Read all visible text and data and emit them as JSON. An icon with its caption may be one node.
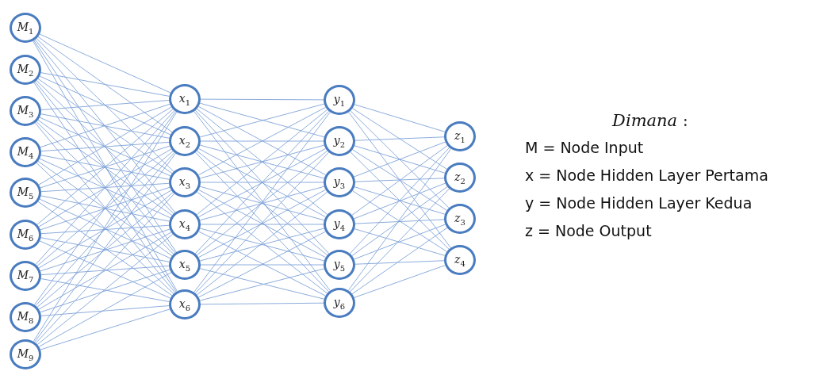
{
  "diagram": {
    "nodes": [
      {
        "text": [
          "*M*$_{1}$"
        ]
      },
      {
        "text": [
          "*M*$_{2}$"
        ]
      },
      {
        "text": [
          "*M*$_{3}$"
        ]
      },
      {
        "text": [
          "*M*$_{4}$"
        ]
      },
      {
        "text": [
          "*M*$_{5}$"
        ]
      },
      {
        "text": [
          "*M*$_{6}$"
        ]
      },
      {
        "text": [
          "*M*$_{7}$"
        ]
      },
      {
        "text": [
          "*M*$_{8}$"
        ]
      },
      {
        "text": [
          "*M*$_{9}$"
        ]
      },
      {
        "text": [
          "*x*$_{1}$"
        ]
      },
      {
        "text": [
          "*x*$_{2}$"
        ]
      },
      {
        "text": [
          "*x*$_{3}$"
        ]
      },
      {
        "text": [
          "*x*$_{4}$"
        ]
      },
      {
        "text": [
          "*x*$_{5}$"
        ]
      },
      {
        "text": [
          "*x*$_{6}$"
        ]
      },
      {
        "text": [
          "*y*$_{1}$"
        ]
      },
      {
        "text": [
          "*y*$_{2}$"
        ]
      },
      {
        "text": [
          "*y*$_{3}$"
        ]
      },
      {
        "text": [
          "*y*$_{4}$"
        ]
      },
      {
        "text": [
          "*y*$_{5}$"
        ]
      },
      {
        "text": [
          "*y*$_{6}$"
        ]
      },
      {
        "text": [
          "*z*$_{1}$"
        ]
      },
      {
        "text": [
          "*z*$_{2}$"
        ]
      },
      {
        "text": [
          "*z*$_{3}$"
        ]
      },
      {
        "text": [
          "*z*$_{4}$"
        ]
      }
    ],
    "edges": [
      {
        "from": 0,
        "to": 9,
        "arrow": "none"
      },
      {
        "from": 0,
        "to": 10,
        "arrow": "none"
      },
      {
        "from": 0,
        "to": 11,
        "arrow": "none"
      },
      {
        "from": 0,
        "to": 12,
        "arrow": "none"
      },
      {
        "from": 0,
        "to": 13,
        "arrow": "none"
      },
      {
        "from": 0,
        "to": 14,
        "arrow": "none"
      },
      {
        "from": 1,
        "to": 9,
        "arrow": "none"
      },
      {
        "from": 1,
        "to": 10,
        "arrow": "none"
      },
      {
        "from": 1,
        "to": 11,
        "arrow": "none"
      },
      {
        "from": 1,
        "to": 12,
        "arrow": "none"
      },
      {
        "from": 1,
        "to": 13,
        "arrow": "none"
      },
      {
        "from": 1,
        "to": 14,
        "arrow": "none"
      },
      {
        "from": 2,
        "to": 9,
        "arrow": "none"
      },
      {
        "from": 2,
        "to": 10,
        "arrow": "none"
      },
      {
        "from": 2,
        "to": 11,
        "arrow": "none"
      },
      {
        "from": 2,
        "to": 12,
        "arrow": "none"
      },
      {
        "from": 2,
        "to": 13,
        "arrow": "none"
      },
      {
        "from": 2,
        "to": 14,
        "arrow": "none"
      },
      {
        "from": 3,
        "to": 9,
        "arrow": "none"
      },
      {
        "from": 3,
        "to": 10,
        "arrow": "none"
      },
      {
        "from": 3,
        "to": 11,
        "arrow": "none"
      },
      {
        "from": 3,
        "to": 12,
        "arrow": "none"
      },
      {
        "from": 3,
        "to": 13,
        "arrow": "none"
      },
      {
        "from": 3,
        "to": 14,
        "arrow": "none"
      },
      {
        "from": 4,
        "to": 9,
        "arrow": "none"
      },
      {
        "from": 4,
        "to": 10,
        "arrow": "none"
      },
      {
        "from": 4,
        "to": 11,
        "arrow": "none"
      },
      {
        "from": 4,
        "to": 12,
        "arrow": "none"
      },
      {
        "from": 4,
        "to": 13,
        "arrow": "none"
      },
      {
        "from": 4,
        "to": 14,
        "arrow": "none"
      },
      {
        "from": 5,
        "to": 9,
        "arrow": "none"
      },
      {
        "from": 5,
        "to": 10,
        "arrow": "none"
      },
      {
        "from": 5,
        "to": 11,
        "arrow": "none"
      },
      {
        "from": 5,
        "to": 12,
        "arrow": "none"
      },
      {
        "from": 5,
        "to": 13,
        "arrow": "none"
      },
      {
        "from": 5,
        "to": 14,
        "arrow": "none"
      },
      {
        "from": 6,
        "to": 9,
        "arrow": "none"
      },
      {
        "from": 6,
        "to": 10,
        "arrow": "none"
      },
      {
        "from": 6,
        "to": 11,
        "arrow": "none"
      },
      {
        "from": 6,
        "to": 12,
        "arrow": "none"
      },
      {
        "from": 6,
        "to": 13,
        "arrow": "none"
      },
      {
        "from": 6,
        "to": 14,
        "arrow": "none"
      },
      {
        "from": 7,
        "to": 9,
        "arrow": "none"
      },
      {
        "from": 7,
        "to": 10,
        "arrow": "none"
      },
      {
        "from": 7,
        "to": 11,
        "arrow": "none"
      },
      {
        "from": 7,
        "to": 12,
        "arrow": "none"
      },
      {
        "from": 7,
        "to": 13,
        "arrow": "none"
      },
      {
        "from": 7,
        "to": 14,
        "arrow": "none"
      },
      {
        "from": 8,
        "to": 9,
        "arrow": "none"
      },
      {
        "from": 8,
        "to": 10,
        "arrow": "none"
      },
      {
        "from": 8,
        "to": 11,
        "arrow": "none"
      },
      {
        "from": 8,
        "to": 12,
        "arrow": "none"
      },
      {
        "from": 8,
        "to": 13,
        "arrow": "none"
      },
      {
        "from": 8,
        "to": 14,
        "arrow": "none"
      },
      {
        "from": 9,
        "to": 15,
        "arrow": "none"
      },
      {
        "from": 9,
        "to": 16,
        "arrow": "none"
      },
      {
        "from": 9,
        "to": 17,
        "arrow": "none"
      },
      {
        "from": 9,
        "to": 18,
        "arrow": "none"
      },
      {
        "from": 9,
        "to": 19,
        "arrow": "none"
      },
      {
        "from": 9,
        "to": 20,
        "arrow": "none"
      },
      {
        "from": 10,
        "to": 15,
        "arrow": "none"
      },
      {
        "from": 10,
        "to": 16,
        "arrow": "none"
      },
      {
        "from": 10,
        "to": 17,
        "arrow": "none"
      },
      {
        "from": 10,
        "to": 18,
        "arrow": "none"
      },
      {
        "from": 10,
        "to": 19,
        "arrow": "none"
      },
      {
        "from": 10,
        "to": 20,
        "arrow": "none"
      },
      {
        "from": 11,
        "to": 15,
        "arrow": "none"
      },
      {
        "from": 11,
        "to": 16,
        "arrow": "none"
      },
      {
        "from": 11,
        "to": 17,
        "arrow": "none"
      },
      {
        "from": 11,
        "to": 18,
        "arrow": "none"
      },
      {
        "from": 11,
        "to": 19,
        "arrow": "none"
      },
      {
        "from": 11,
        "to": 20,
        "arrow": "none"
      },
      {
        "from": 12,
        "to": 15,
        "arrow": "none"
      },
      {
        "from": 12,
        "to": 16,
        "arrow": "none"
      },
      {
        "from": 12,
        "to": 17,
        "arrow": "none"
      },
      {
        "from": 12,
        "to": 18,
        "arrow": "none"
      },
      {
        "from": 12,
        "to": 19,
        "arrow": "none"
      },
      {
        "from": 12,
        "to": 20,
        "arrow": "none"
      },
      {
        "from": 13,
        "to": 15,
        "arrow": "none"
      },
      {
        "from": 13,
        "to": 16,
        "arrow": "none"
      },
      {
        "from": 13,
        "to": 17,
        "arrow": "none"
      },
      {
        "from": 13,
        "to": 18,
        "arrow": "none"
      },
      {
        "from": 13,
        "to": 19,
        "arrow": "none"
      },
      {
        "from": 13,
        "to": 20,
        "arrow": "none"
      },
      {
        "from": 14,
        "to": 15,
        "arrow": "none"
      },
      {
        "from": 14,
        "to": 16,
        "arrow": "none"
      },
      {
        "from": 14,
        "to": 17,
        "arrow": "none"
      },
      {
        "from": 14,
        "to": 18,
        "arrow": "none"
      },
      {
        "from": 14,
        "to": 19,
        "arrow": "none"
      },
      {
        "from": 14,
        "to": 20,
        "arrow": "none"
      },
      {
        "from": 15,
        "to": 21,
        "arrow": "none"
      },
      {
        "from": 15,
        "to": 22,
        "arrow": "none"
      },
      {
        "from": 15,
        "to": 23,
        "arrow": "none"
      },
      {
        "from": 15,
        "to": 24,
        "arrow": "none"
      },
      {
        "from": 16,
        "to": 21,
        "arrow": "none"
      },
      {
        "from": 16,
        "to": 22,
        "arrow": "none"
      },
      {
        "from": 16,
        "to": 23,
        "arrow": "none"
      },
      {
        "from": 16,
        "to": 24,
        "arrow": "none"
      },
      {
        "from": 17,
        "to": 21,
        "arrow": "none"
      },
      {
        "from": 17,
        "to": 22,
        "arrow": "none"
      },
      {
        "from": 17,
        "to": 23,
        "arrow": "none"
      },
      {
        "from": 17,
        "to": 24,
        "arrow": "none"
      },
      {
        "from": 18,
        "to": 21,
        "arrow": "none"
      },
      {
        "from": 18,
        "to": 22,
        "arrow": "none"
      },
      {
        "from": 18,
        "to": 23,
        "arrow": "none"
      },
      {
        "from": 18,
        "to": 24,
        "arrow": "none"
      },
      {
        "from": 19,
        "to": 21,
        "arrow": "none"
      },
      {
        "from": 19,
        "to": 22,
        "arrow": "none"
      },
      {
        "from": 19,
        "to": 23,
        "arrow": "none"
      },
      {
        "from": 19,
        "to": 24,
        "arrow": "none"
      },
      {
        "from": 20,
        "to": 21,
        "arrow": "none"
      },
      {
        "from": 20,
        "to": 22,
        "arrow": "none"
      },
      {
        "from": 20,
        "to": 23,
        "arrow": "none"
      },
      {
        "from": 20,
        "to": 24,
        "arrow": "none"
      }
    ],
    "labels": [
      "*Dimana* :",
      "M = Node Input",
      "x = Node Hidden Layer Pertama",
      "y = Node Hidden Layer Kedua",
      "z = Node Output"
    ]
  }
}
